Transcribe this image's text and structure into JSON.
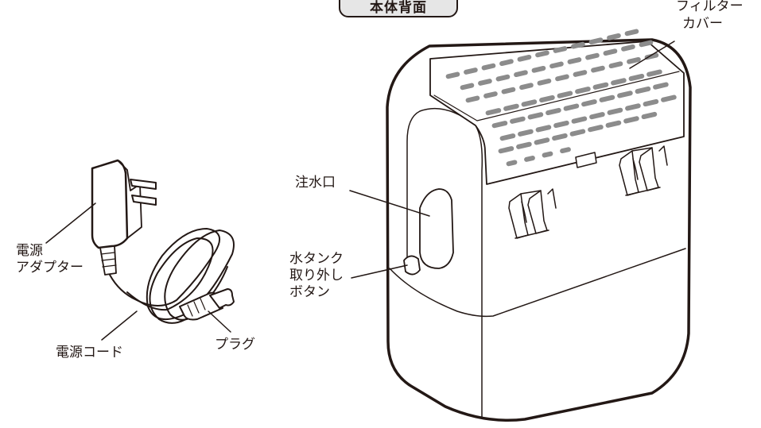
{
  "title": "本体背面",
  "labels": {
    "filter_cover_1": "フィルター",
    "filter_cover_2": "カバー",
    "water_inlet": "注水口",
    "tank_release_1": "水タンク",
    "tank_release_2": "取り外し",
    "tank_release_3": "ボタン",
    "adapter_1": "電源",
    "adapter_2": "アダプター",
    "power_cord": "電源コード",
    "plug": "プラグ"
  },
  "colors": {
    "outline": "#231815",
    "vent_fill": "#8c8c8c",
    "title_bg": "#e6e6e6",
    "body_fill": "#ffffff"
  }
}
